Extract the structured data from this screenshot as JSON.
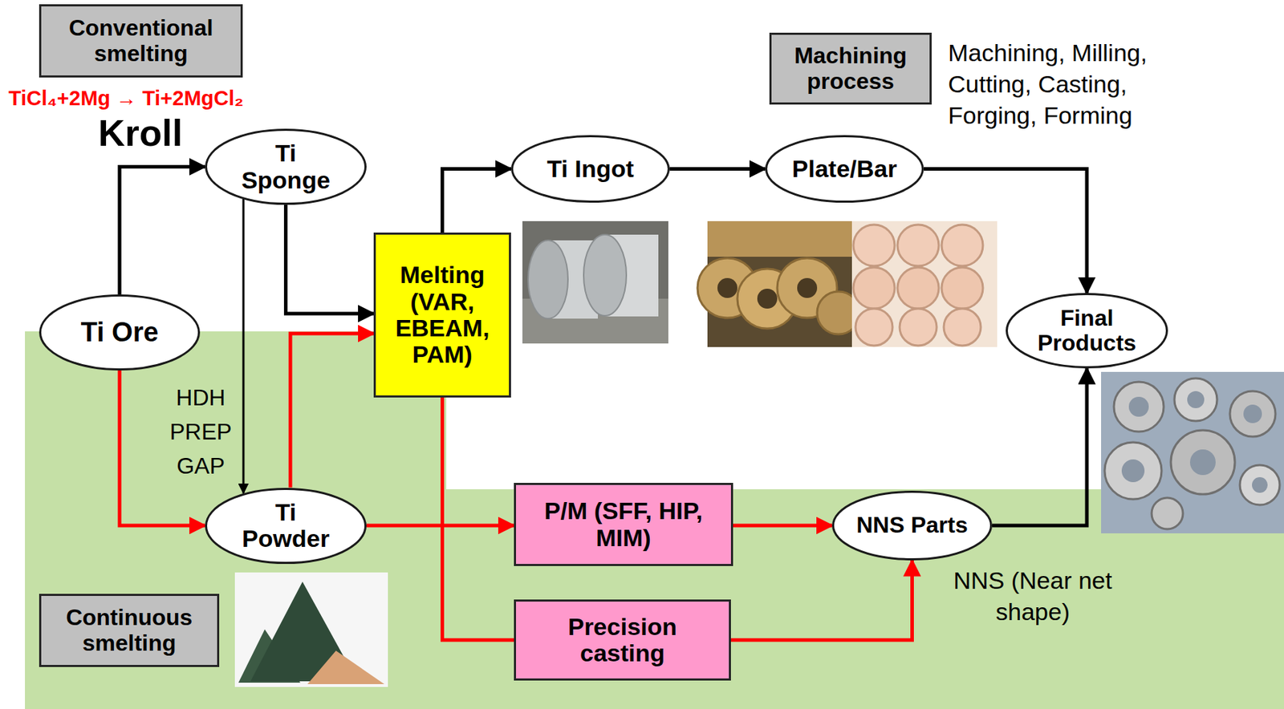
{
  "diagram": {
    "nodes": [
      {
        "text": [
          "Conventional smelting"
        ]
      },
      {
        "text": [
          "Machining process"
        ]
      },
      {
        "text": [
          "Ti Sponge"
        ]
      },
      {
        "text": [
          "Ti Ingot"
        ]
      },
      {
        "text": [
          "Plate/Bar"
        ]
      },
      {
        "text": [
          "Melting (VAR, EBEAM, PAM)"
        ]
      },
      {
        "text": [
          "Ti Ore"
        ]
      },
      {
        "text": [
          "Final Products"
        ]
      },
      {
        "text": [
          "P/M (SFF, HIP, MIM)"
        ]
      },
      {
        "text": [
          "Ti Powder"
        ]
      },
      {
        "text": [
          "NNS Parts"
        ]
      },
      {
        "text": [
          "Precision casting"
        ]
      },
      {
        "text": [
          "Continuous smelting"
        ]
      }
    ],
    "edges": [
      {
        "from": 6,
        "to": 2,
        "arrow": "to"
      },
      {
        "from": 2,
        "to": 5,
        "arrow": "to"
      },
      {
        "from": 2,
        "to": 9,
        "label": "HDH PREP GAP",
        "arrow": "to"
      },
      {
        "from": 6,
        "to": 9,
        "arrow": "to"
      },
      {
        "from": 9,
        "to": 5,
        "arrow": "to"
      },
      {
        "from": 5,
        "to": 3,
        "arrow": "to"
      },
      {
        "from": 3,
        "to": 4,
        "arrow": "to"
      },
      {
        "from": 4,
        "to": 7,
        "arrow": "to"
      },
      {
        "from": 9,
        "to": 8,
        "arrow": "to"
      },
      {
        "from": 5,
        "to": 11,
        "arrow": "none"
      },
      {
        "from": 8,
        "to": 10,
        "arrow": "to"
      },
      {
        "from": 11,
        "to": 10,
        "arrow": "to"
      },
      {
        "from": 10,
        "to": 7,
        "arrow": "to"
      }
    ],
    "labels": [
      "TiCl₄+2Mg → Ti+2MgCl₂",
      "Kroll",
      "Machining, Milling, Cutting, Casting, Forging, Forming",
      "NNS (Near net shape)"
    ]
  }
}
